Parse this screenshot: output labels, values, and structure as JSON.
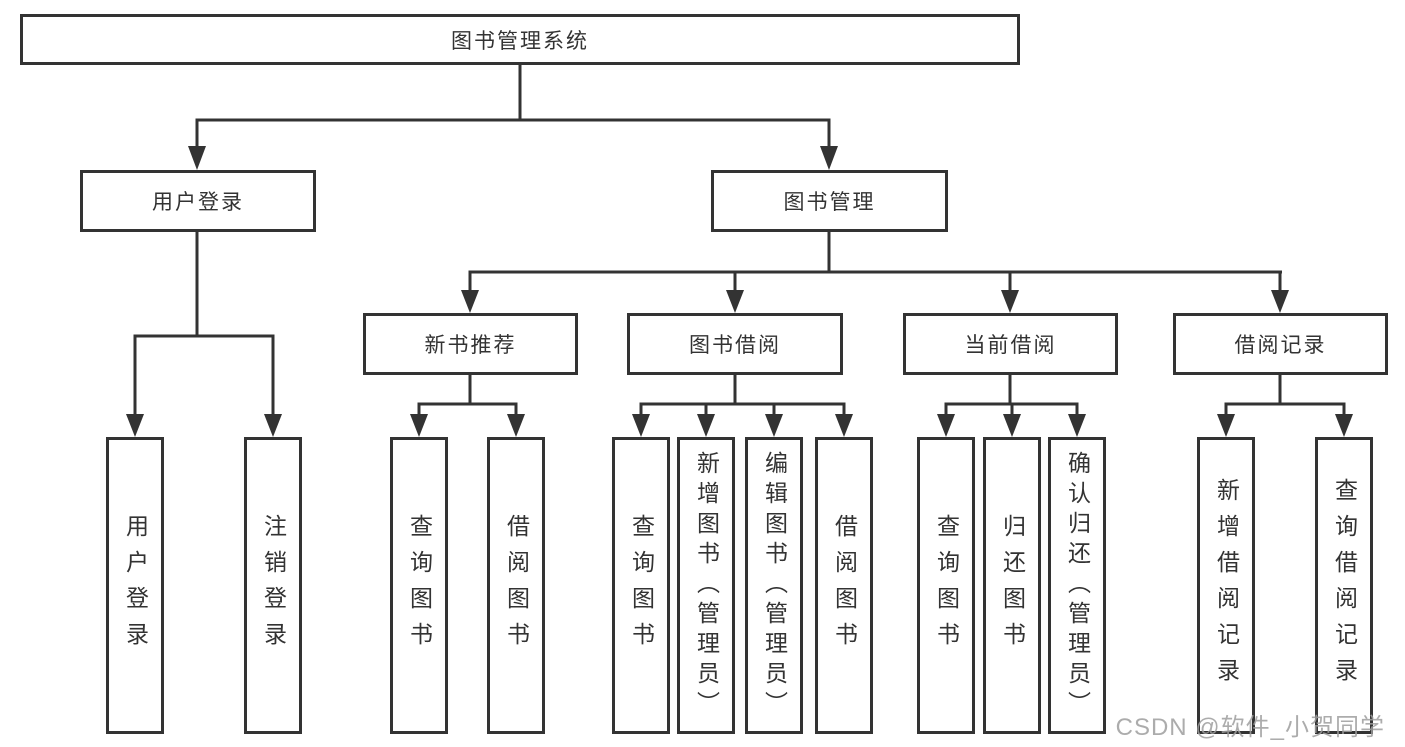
{
  "diagram_title": "图书管理系统",
  "colors": {
    "line": "#333333",
    "box_border": "#333333",
    "box_fill": "#ffffff",
    "text": "#333333",
    "watermark": "#9e9e9e",
    "background": "#ffffff"
  },
  "tree": {
    "label": "图书管理系统",
    "children": [
      {
        "label": "用户登录",
        "children": [
          {
            "label": "用户登录"
          },
          {
            "label": "注销登录"
          }
        ]
      },
      {
        "label": "图书管理",
        "children": [
          {
            "label": "新书推荐",
            "children": [
              {
                "label": "查询图书"
              },
              {
                "label": "借阅图书"
              }
            ]
          },
          {
            "label": "图书借阅",
            "children": [
              {
                "label": "查询图书"
              },
              {
                "label": "新增图书（管理员）"
              },
              {
                "label": "编辑图书（管理员）"
              },
              {
                "label": "借阅图书"
              }
            ]
          },
          {
            "label": "当前借阅",
            "children": [
              {
                "label": "查询图书"
              },
              {
                "label": "归还图书"
              },
              {
                "label": "确认归还（管理员）"
              }
            ]
          },
          {
            "label": "借阅记录",
            "children": [
              {
                "label": "新增借阅记录"
              },
              {
                "label": "查询借阅记录"
              }
            ]
          }
        ]
      }
    ]
  },
  "watermark": {
    "text": "CSDN @软件_小贺同学"
  }
}
